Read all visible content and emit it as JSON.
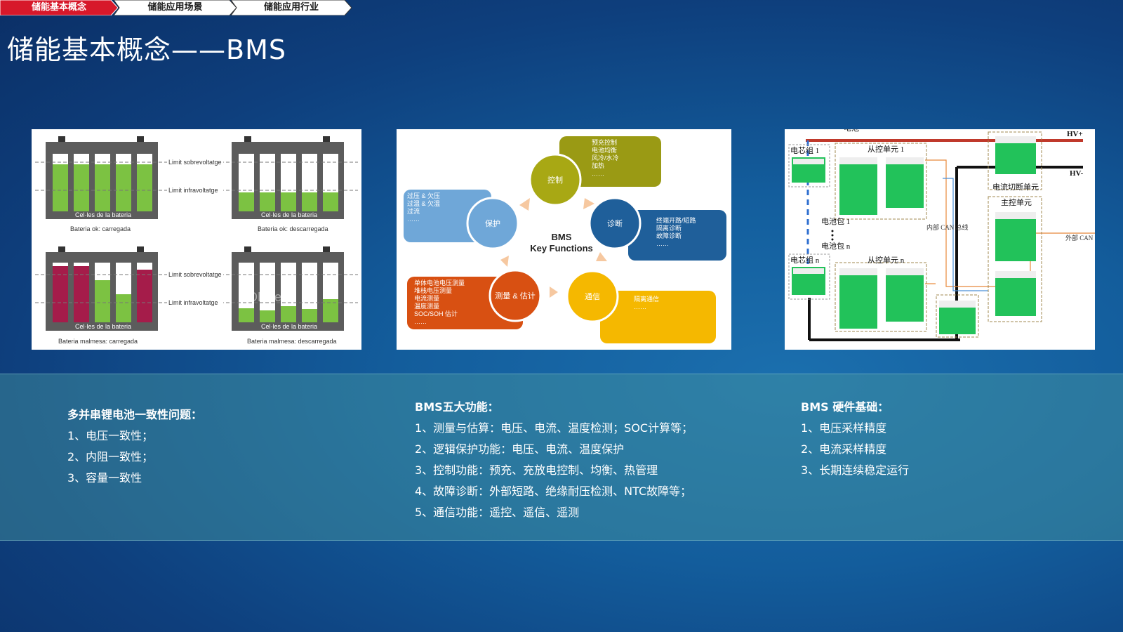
{
  "nav": {
    "items": [
      {
        "label": "储能基本概念",
        "active": true
      },
      {
        "label": "储能应用场景",
        "active": false
      },
      {
        "label": "储能应用行业",
        "active": false
      }
    ],
    "active_color": "#d7182a"
  },
  "page_title": "储能基本概念——BMS",
  "battery_figure": {
    "limit_high": "Limit sobrevoltatge",
    "limit_low": "Limit infravoltatge",
    "cell_label": "Cel·les de la bateria",
    "captions": [
      "Bateria ok: carregada",
      "Bateria ok: descarregada",
      "Bateria malmesa: carregada",
      "Bateria malmesa: descarregada"
    ],
    "watermark": "OFweek"
  },
  "bms_functions_figure": {
    "center_title": "BMS",
    "center_subtitle": "Key Functions",
    "nodes": {
      "control": "控制",
      "diagnose": "诊断",
      "communicate": "通信",
      "measure": "测量 & 估计",
      "protect": "保护"
    },
    "boxes": {
      "control": [
        "预充控制",
        "电池均衡",
        "风冷/水冷",
        "加热",
        "……"
      ],
      "diagnose": [
        "终端开路/短路",
        "隔离诊断",
        "故障诊断",
        "……"
      ],
      "communicate": [
        "隔离通信",
        "……"
      ],
      "measure": [
        "单体电池电压测量",
        "堆栈电压测量",
        "电流测量",
        "温度测量",
        "SOC/SOH 估计",
        "……"
      ],
      "protect": [
        "过压 & 欠压",
        "过温 & 欠温",
        "过流",
        "……"
      ]
    }
  },
  "hardware_figure": {
    "labels": {
      "hv_plus": "HV+",
      "hv_minus": "HV-",
      "cell_group_1": "电芯组 1",
      "cell_group_n": "电芯组 n",
      "slave_1": "从控单元 1",
      "slave_n": "从控单元 n",
      "pack_1": "电池包 1",
      "pack_n": "电池包 n",
      "internal_can": "内部 CAN 总线",
      "external_can": "外部 CAN 总线",
      "cutoff_unit": "电流切断单元",
      "master_unit": "主控单元",
      "top_label": "电池"
    }
  },
  "info": {
    "col1": {
      "heading": "多并串锂电池一致性问题：",
      "items": [
        "1、电压一致性；",
        "2、内阻一致性；",
        "3、容量一致性"
      ]
    },
    "col2": {
      "heading": "BMS五大功能：",
      "items": [
        "1、测量与估算：电压、电流、温度检测；SOC计算等；",
        "2、逻辑保护功能：电压、电流、温度保护",
        "3、控制功能：预充、充放电控制、均衡、热管理",
        "4、故障诊断：外部短路、绝缘耐压检测、NTC故障等；",
        "5、通信功能：遥控、遥信、遥测"
      ]
    },
    "col3": {
      "heading": "BMS 硬件基础：",
      "items": [
        "1、电压采样精度",
        "2、电流采样精度",
        "3、长期连续稳定运行"
      ]
    }
  }
}
